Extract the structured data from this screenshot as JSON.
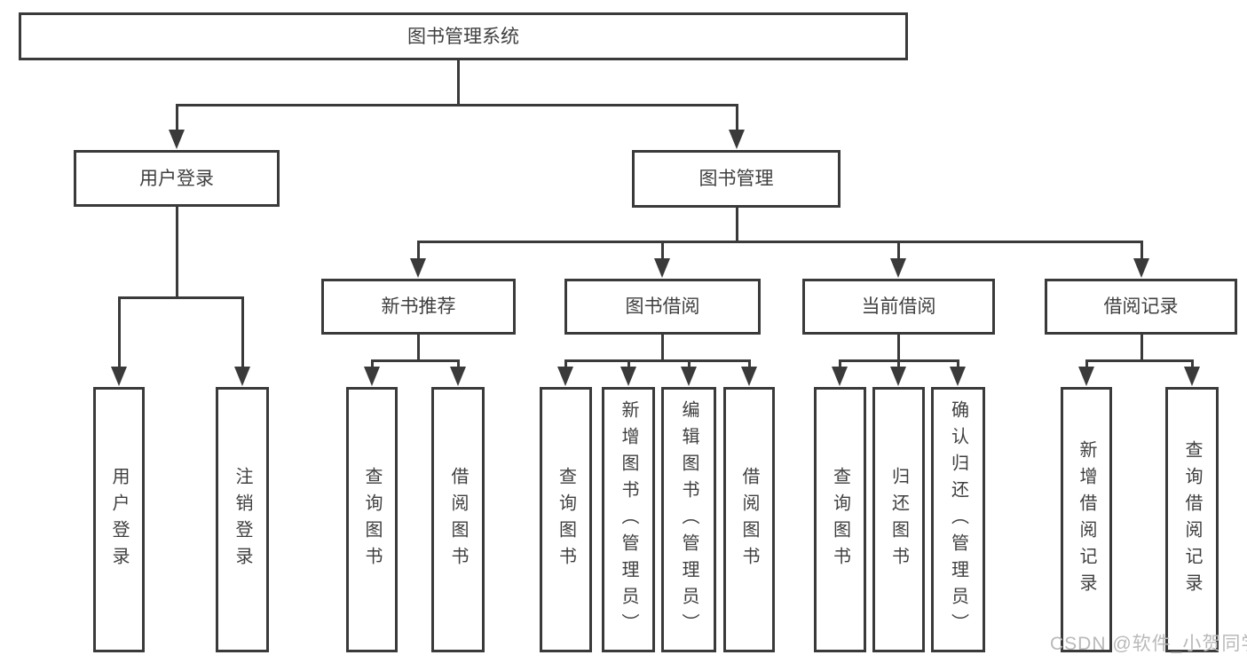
{
  "colors": {
    "line": "#3a3a3a",
    "text": "#3f3f3f",
    "background": "#ffffff",
    "watermark": "#b9b9b9"
  },
  "tree": {
    "root": {
      "label": "图书管理系统",
      "children": [
        {
          "label": "用户登录",
          "children": [
            {
              "label": "用户登录"
            },
            {
              "label": "注销登录"
            }
          ]
        },
        {
          "label": "图书管理",
          "children": [
            {
              "label": "新书推荐",
              "children": [
                {
                  "label": "查询图书"
                },
                {
                  "label": "借阅图书"
                }
              ]
            },
            {
              "label": "图书借阅",
              "children": [
                {
                  "label": "查询图书"
                },
                {
                  "label": "新增图书（管理员）"
                },
                {
                  "label": "编辑图书（管理员）"
                },
                {
                  "label": "借阅图书"
                }
              ]
            },
            {
              "label": "当前借阅",
              "children": [
                {
                  "label": "查询图书"
                },
                {
                  "label": "归还图书"
                },
                {
                  "label": "确认归还（管理员）"
                }
              ]
            },
            {
              "label": "借阅记录",
              "children": [
                {
                  "label": "新增借阅记录"
                },
                {
                  "label": "查询借阅记录"
                }
              ]
            }
          ]
        }
      ]
    }
  },
  "watermark": {
    "text": "CSDN @软件_小贺同学"
  }
}
